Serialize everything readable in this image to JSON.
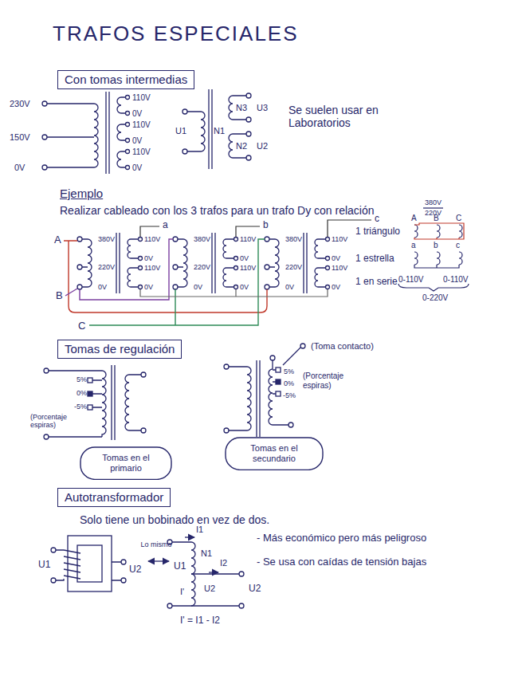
{
  "diagram": {
    "title": "TRAFOS ESPECIALES",
    "nodes": [
      {
        "text": [
          "Con tomas intermedias"
        ]
      },
      {
        "text": [
          "Tomas de regulación"
        ]
      },
      {
        "text": [
          "Tomas en el primario"
        ]
      },
      {
        "text": [
          "Tomas en el secundario"
        ]
      },
      {
        "text": [
          "Autotransformador"
        ]
      }
    ],
    "edges": [],
    "labels": [
      "230V",
      "150V",
      "0V",
      "110V",
      "0V",
      "110V",
      "0V",
      "110V",
      "0V",
      "N3",
      "U3",
      "N1",
      "U1",
      "N2",
      "U2",
      "Se suelen usar en Laboratorios",
      "Ejemplo",
      "Realizar cableado con los 3 trafos para un trafo Dy con relación",
      "380V",
      "220V",
      "380V",
      "220V",
      "0V",
      "110V",
      "0V",
      "110V",
      "0V",
      "380V",
      "220V",
      "0V",
      "110V",
      "0V",
      "110V",
      "0V",
      "380V",
      "220V",
      "0V",
      "110V",
      "0V",
      "110V",
      "0V",
      "A",
      "B",
      "C",
      "a",
      "b",
      "c",
      "1 triángulo",
      "A",
      "B",
      "C",
      "1 estrella",
      "a",
      "b",
      "c",
      "1 en serie",
      "0-110V",
      "0-110V",
      "0-220V",
      "5%",
      "0%",
      "-5%",
      "(Porcentaje espiras)",
      "(Toma contacto)",
      "5%",
      "0%",
      "-5%",
      "(Porcentaje espiras)",
      "Solo tiene un bobinado en vez de dos.",
      "U1",
      "U2",
      "Lo mismo",
      "I1",
      "N1",
      "I2",
      "U1",
      "I'",
      "U2",
      "U2",
      "I' = I1 - I2",
      "- Más económico pero más peligroso",
      "- Se usa con caídas de tensión bajas"
    ]
  }
}
